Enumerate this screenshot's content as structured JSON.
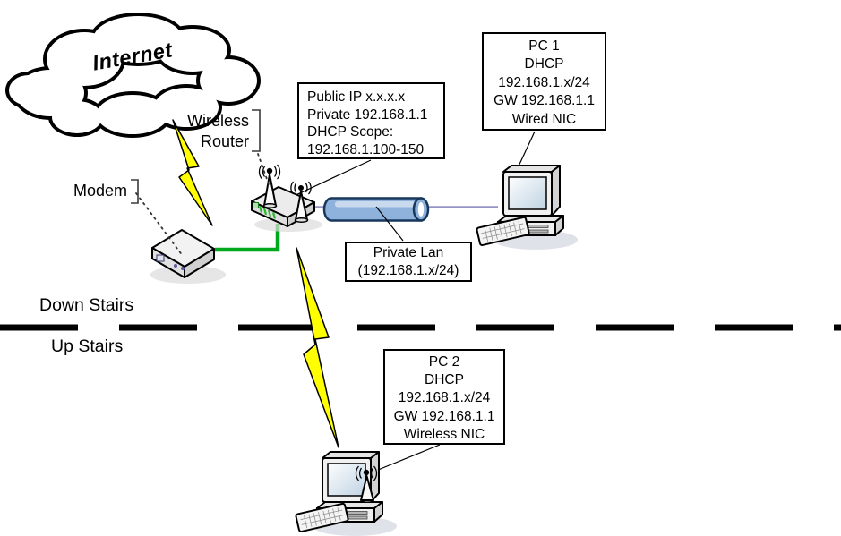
{
  "diagram": {
    "internet_label": "Internet",
    "modem_label": "Modem",
    "wireless_router_label": {
      "line1": "Wireless",
      "line2": "Router"
    },
    "down_stairs_label": "Down Stairs",
    "up_stairs_label": "Up Stairs"
  },
  "boxes": {
    "router_info": {
      "lines": [
        "Public IP x.x.x.x",
        "Private 192.168.1.1",
        "DHCP Scope:",
        "192.168.1.100-150"
      ]
    },
    "pc1_info": {
      "lines": [
        "PC 1",
        "DHCP",
        "192.168.1.x/24",
        "GW 192.168.1.1",
        "Wired NIC"
      ]
    },
    "private_lan": {
      "lines": [
        "Private Lan",
        "(192.168.1.x/24)"
      ]
    },
    "pc2_info": {
      "lines": [
        "PC 2",
        "DHCP",
        "192.168.1.x/24",
        "GW 192.168.1.1",
        "Wireless NIC"
      ]
    }
  },
  "colors": {
    "lightning": "#FFFF00",
    "wan_cable_green": "#00A81E",
    "lan_line_purple": "#9595C5",
    "lan_cylinder_blue": "#8FB2DC",
    "lan_cylinder_border": "#17375D",
    "led_green": "#2DB52D"
  }
}
